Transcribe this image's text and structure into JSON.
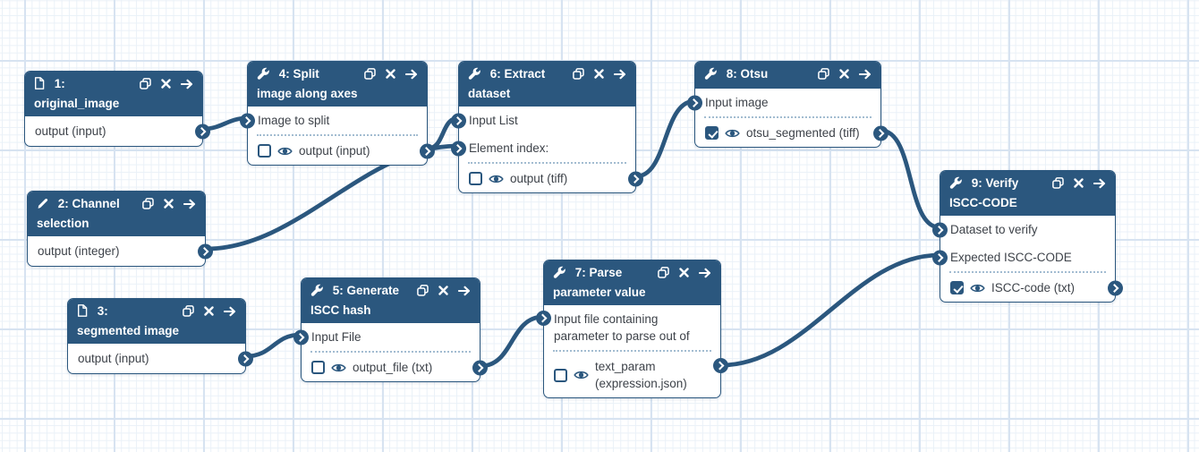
{
  "canvas": {
    "background_color": "#ffffff",
    "grid_minor_color": "#eaf1f8",
    "grid_major_color": "#d7e3f1"
  },
  "colors": {
    "primary": "#2b577e",
    "node_background": "#ffffff",
    "body_text": "#3d4249"
  },
  "node_actions": {
    "duplicate_icon": "copy-icon",
    "remove_icon": "x-icon",
    "goto_icon": "arrow-right-icon"
  },
  "nodes": [
    {
      "id": "1",
      "type_icon": "file-icon",
      "title": "1: original_image",
      "title_lines": [
        "1:",
        "original_image"
      ],
      "inputs": [],
      "outputs": [
        {
          "label": "output (input)",
          "has_visibility_controls": false
        }
      ]
    },
    {
      "id": "2",
      "type_icon": "pencil-icon",
      "title": "2: Channel selection",
      "title_lines": [
        "2: Channel",
        "selection"
      ],
      "inputs": [],
      "outputs": [
        {
          "label": "output (integer)",
          "has_visibility_controls": false
        }
      ]
    },
    {
      "id": "3",
      "type_icon": "file-icon",
      "title": "3: segmented image",
      "title_lines": [
        "3:",
        "segmented image"
      ],
      "inputs": [],
      "outputs": [
        {
          "label": "output (input)",
          "has_visibility_controls": false
        }
      ]
    },
    {
      "id": "4",
      "type_icon": "wrench-icon",
      "title": "4: Split image along axes",
      "title_lines": [
        "4: Split",
        "image along axes"
      ],
      "inputs": [
        {
          "label": "Image to split"
        }
      ],
      "outputs": [
        {
          "label": "output (input)",
          "has_visibility_controls": true,
          "checked": false
        }
      ]
    },
    {
      "id": "5",
      "type_icon": "wrench-icon",
      "title": "5: Generate ISCC hash",
      "title_lines": [
        "5: Generate",
        "ISCC hash"
      ],
      "inputs": [
        {
          "label": "Input File"
        }
      ],
      "outputs": [
        {
          "label": "output_file (txt)",
          "has_visibility_controls": true,
          "checked": false
        }
      ]
    },
    {
      "id": "6",
      "type_icon": "wrench-icon",
      "title": "6: Extract dataset",
      "title_lines": [
        "6: Extract",
        "dataset"
      ],
      "inputs": [
        {
          "label": "Input List"
        },
        {
          "label": "Element index:"
        }
      ],
      "outputs": [
        {
          "label": "output (tiff)",
          "has_visibility_controls": true,
          "checked": false
        }
      ]
    },
    {
      "id": "7",
      "type_icon": "wrench-icon",
      "title": "7: Parse parameter value",
      "title_lines": [
        "7: Parse",
        "parameter value"
      ],
      "inputs": [
        {
          "label": "Input file containing parameter to parse out of"
        }
      ],
      "outputs": [
        {
          "label": "text_param (expression.json)",
          "has_visibility_controls": true,
          "checked": false
        }
      ]
    },
    {
      "id": "8",
      "type_icon": "wrench-icon",
      "title": "8: Otsu",
      "title_lines": [
        "8: Otsu"
      ],
      "inputs": [
        {
          "label": "Input image"
        }
      ],
      "outputs": [
        {
          "label": "otsu_segmented (tiff)",
          "has_visibility_controls": true,
          "checked": true
        }
      ]
    },
    {
      "id": "9",
      "type_icon": "wrench-icon",
      "title": "9: Verify ISCC-CODE",
      "title_lines": [
        "9: Verify",
        "ISCC-CODE"
      ],
      "inputs": [
        {
          "label": "Dataset to verify"
        },
        {
          "label": "Expected ISCC-CODE"
        }
      ],
      "outputs": [
        {
          "label": "ISCC-code (txt)",
          "has_visibility_controls": true,
          "checked": true
        }
      ]
    }
  ],
  "edges": [
    {
      "from_node": "1",
      "from_output": "output",
      "to_node": "4",
      "to_input": "Image to split"
    },
    {
      "from_node": "2",
      "from_output": "output",
      "to_node": "6",
      "to_input": "Element index:"
    },
    {
      "from_node": "4",
      "from_output": "output",
      "to_node": "6",
      "to_input": "Input List"
    },
    {
      "from_node": "6",
      "from_output": "output",
      "to_node": "8",
      "to_input": "Input image"
    },
    {
      "from_node": "8",
      "from_output": "otsu_segmented",
      "to_node": "9",
      "to_input": "Dataset to verify"
    },
    {
      "from_node": "3",
      "from_output": "output",
      "to_node": "5",
      "to_input": "Input File"
    },
    {
      "from_node": "5",
      "from_output": "output_file",
      "to_node": "7",
      "to_input": "Input file containing parameter to parse out of"
    },
    {
      "from_node": "7",
      "from_output": "text_param",
      "to_node": "9",
      "to_input": "Expected ISCC-CODE"
    }
  ]
}
